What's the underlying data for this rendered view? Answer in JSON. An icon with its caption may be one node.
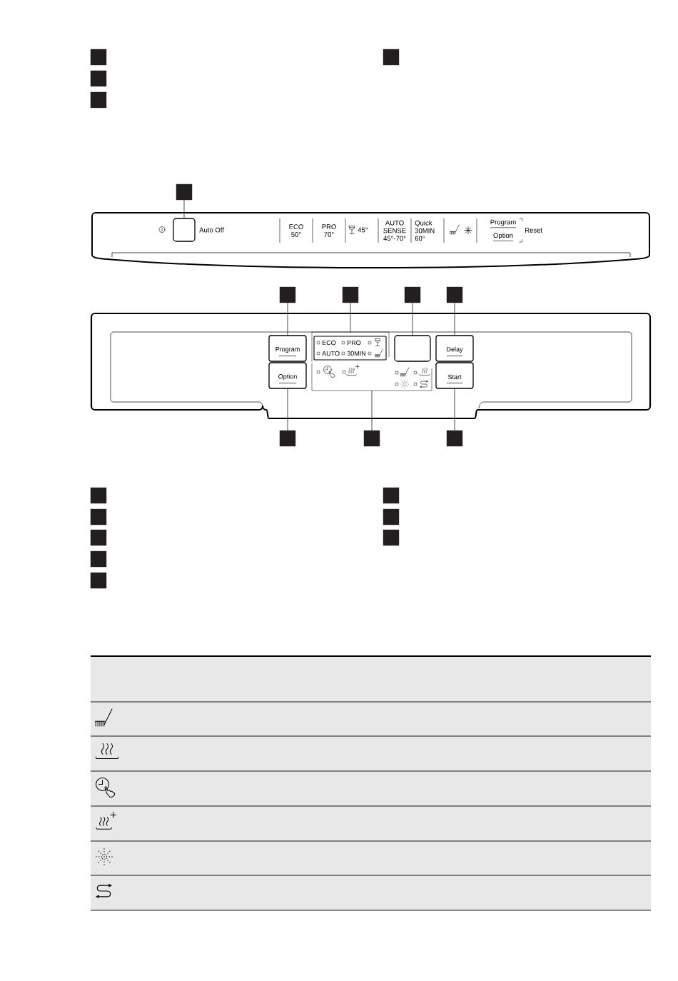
{
  "diagram": {
    "nodes": [
      {
        "text": [],
        "shape": "box"
      },
      {
        "text": [],
        "shape": "box"
      },
      {
        "text": [],
        "shape": "box"
      },
      {
        "text": [],
        "shape": "box"
      },
      {
        "text": [],
        "shape": "box"
      },
      {
        "text": [
          "Auto Off",
          "ECO 50°",
          "PRO 70°",
          "45°",
          "AUTO SENSE 45°-70°",
          "Quick 30MIN 60°",
          "Program",
          "Option",
          "Reset"
        ]
      },
      {
        "text": [],
        "shape": "box",
        "in": 5
      },
      {
        "text": [],
        "shape": "box"
      },
      {
        "text": [],
        "shape": "box"
      },
      {
        "text": [],
        "shape": "box"
      },
      {
        "text": [],
        "shape": "box"
      },
      {
        "text": [],
        "shape": "box"
      },
      {
        "text": [
          "Program"
        ],
        "in": 11
      },
      {
        "text": [
          "ECO",
          "PRO",
          "AUTO",
          "30MIN"
        ],
        "in": 11
      },
      {
        "text": [],
        "shape": "box",
        "in": 11
      },
      {
        "text": [
          "Delay"
        ],
        "in": 11
      },
      {
        "text": [
          "Option"
        ],
        "in": 11
      },
      {
        "text": [],
        "shape": "box",
        "in": 11
      },
      {
        "text": [
          "Start"
        ],
        "in": 11
      },
      {
        "text": [],
        "shape": "box"
      },
      {
        "text": [],
        "shape": "box"
      },
      {
        "text": [],
        "shape": "box"
      },
      {
        "text": [],
        "shape": "box"
      },
      {
        "text": [],
        "shape": "box"
      },
      {
        "text": [],
        "shape": "box"
      },
      {
        "text": [],
        "shape": "box"
      },
      {
        "text": [],
        "shape": "box"
      },
      {
        "text": [],
        "shape": "box"
      },
      {
        "text": [],
        "shape": "box"
      },
      {
        "text": [],
        "shape": "box"
      }
    ],
    "edges": [
      {
        "from": 4,
        "to": 6,
        "arrow": "none"
      },
      {
        "from": 7,
        "to": 12,
        "arrow": "none"
      },
      {
        "from": 8,
        "to": 13,
        "arrow": "none"
      },
      {
        "from": 9,
        "to": 14,
        "arrow": "none"
      },
      {
        "from": 10,
        "to": 15,
        "arrow": "none"
      },
      {
        "from": 19,
        "to": 16,
        "arrow": "none"
      },
      {
        "from": 20,
        "to": 17,
        "arrow": "none"
      },
      {
        "from": 21,
        "to": 18,
        "arrow": "none"
      }
    ]
  }
}
